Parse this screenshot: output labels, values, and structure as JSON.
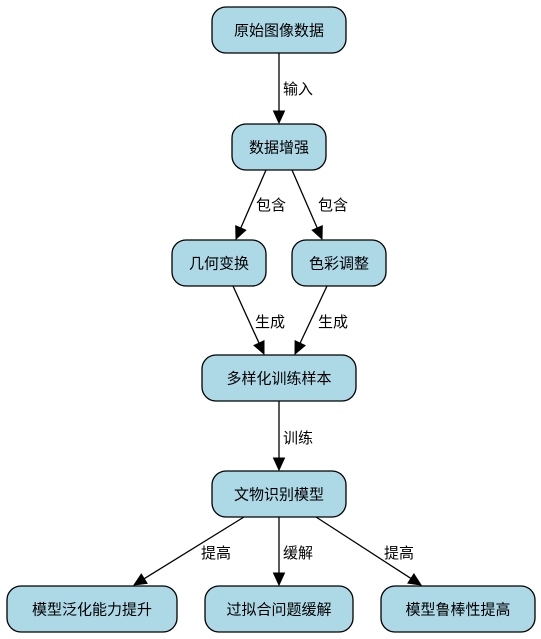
{
  "nodes": [
    {
      "id": "raw",
      "label": "原始图像数据"
    },
    {
      "id": "aug",
      "label": "数据增强"
    },
    {
      "id": "geo",
      "label": "几何变换"
    },
    {
      "id": "color",
      "label": "色彩调整"
    },
    {
      "id": "samples",
      "label": "多样化训练样本"
    },
    {
      "id": "model",
      "label": "文物识别模型"
    },
    {
      "id": "gen",
      "label": "模型泛化能力提升"
    },
    {
      "id": "overfit",
      "label": "过拟合问题缓解"
    },
    {
      "id": "robust",
      "label": "模型鲁棒性提高"
    }
  ],
  "edges": [
    {
      "from": "raw",
      "to": "aug",
      "label": "输入"
    },
    {
      "from": "aug",
      "to": "geo",
      "label": "包含"
    },
    {
      "from": "aug",
      "to": "color",
      "label": "包含"
    },
    {
      "from": "geo",
      "to": "samples",
      "label": "生成"
    },
    {
      "from": "color",
      "to": "samples",
      "label": "生成"
    },
    {
      "from": "samples",
      "to": "model",
      "label": "训练"
    },
    {
      "from": "model",
      "to": "gen",
      "label": "提高"
    },
    {
      "from": "model",
      "to": "overfit",
      "label": "缓解"
    },
    {
      "from": "model",
      "to": "robust",
      "label": "提高"
    }
  ]
}
